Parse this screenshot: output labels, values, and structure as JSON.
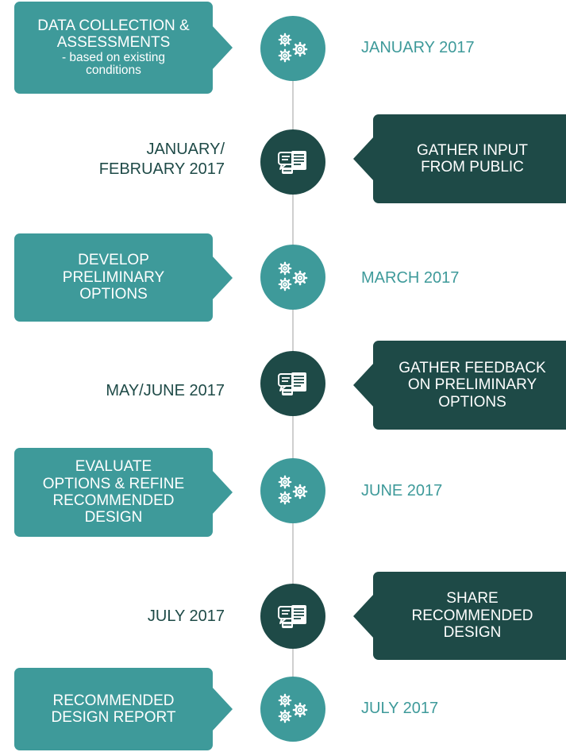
{
  "colors": {
    "teal": "#3e9a9a",
    "dark": "#1e4a47",
    "line": "#cfcfcf"
  },
  "steps": [
    {
      "box_main": "DATA COLLECTION &\nASSESSMENTS",
      "box_sub": "- based on existing\nconditions",
      "date": "JANUARY 2017",
      "icon": "gears-icon",
      "side": "left-box"
    },
    {
      "box_main": "GATHER INPUT\nFROM PUBLIC",
      "date": "JANUARY/\nFEBRUARY 2017",
      "icon": "chat-icon",
      "side": "right-box"
    },
    {
      "box_main": "DEVELOP\nPRELIMINARY\nOPTIONS",
      "date": "MARCH 2017",
      "icon": "gears-icon",
      "side": "left-box"
    },
    {
      "box_main": "GATHER FEEDBACK\nON PRELIMINARY\nOPTIONS",
      "date": "MAY/JUNE 2017",
      "icon": "chat-icon",
      "side": "right-box"
    },
    {
      "box_main": "EVALUATE\nOPTIONS & REFINE\nRECOMMENDED\nDESIGN",
      "date": "JUNE 2017",
      "icon": "gears-icon",
      "side": "left-box"
    },
    {
      "box_main": "SHARE\nRECOMMENDED\nDESIGN",
      "date": "JULY 2017",
      "icon": "chat-icon",
      "side": "right-box"
    },
    {
      "box_main": "RECOMMENDED\nDESIGN REPORT",
      "date": "JULY 2017",
      "icon": "gears-icon",
      "side": "left-box"
    }
  ]
}
